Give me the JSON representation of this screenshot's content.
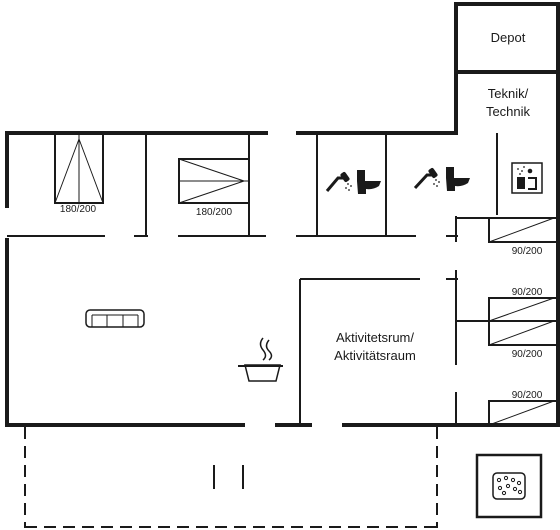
{
  "rooms": {
    "depot": "Depot",
    "teknik_line1": "Teknik/",
    "teknik_line2": "Technik",
    "activity_line1": "Aktivitetsrum/",
    "activity_line2": "Aktivitätsraum"
  },
  "beds": {
    "bed1": "180/200",
    "bed2": "180/200",
    "bed3": "90/200",
    "bed4": "90/200",
    "bed5": "90/200",
    "bed6": "90/200"
  }
}
